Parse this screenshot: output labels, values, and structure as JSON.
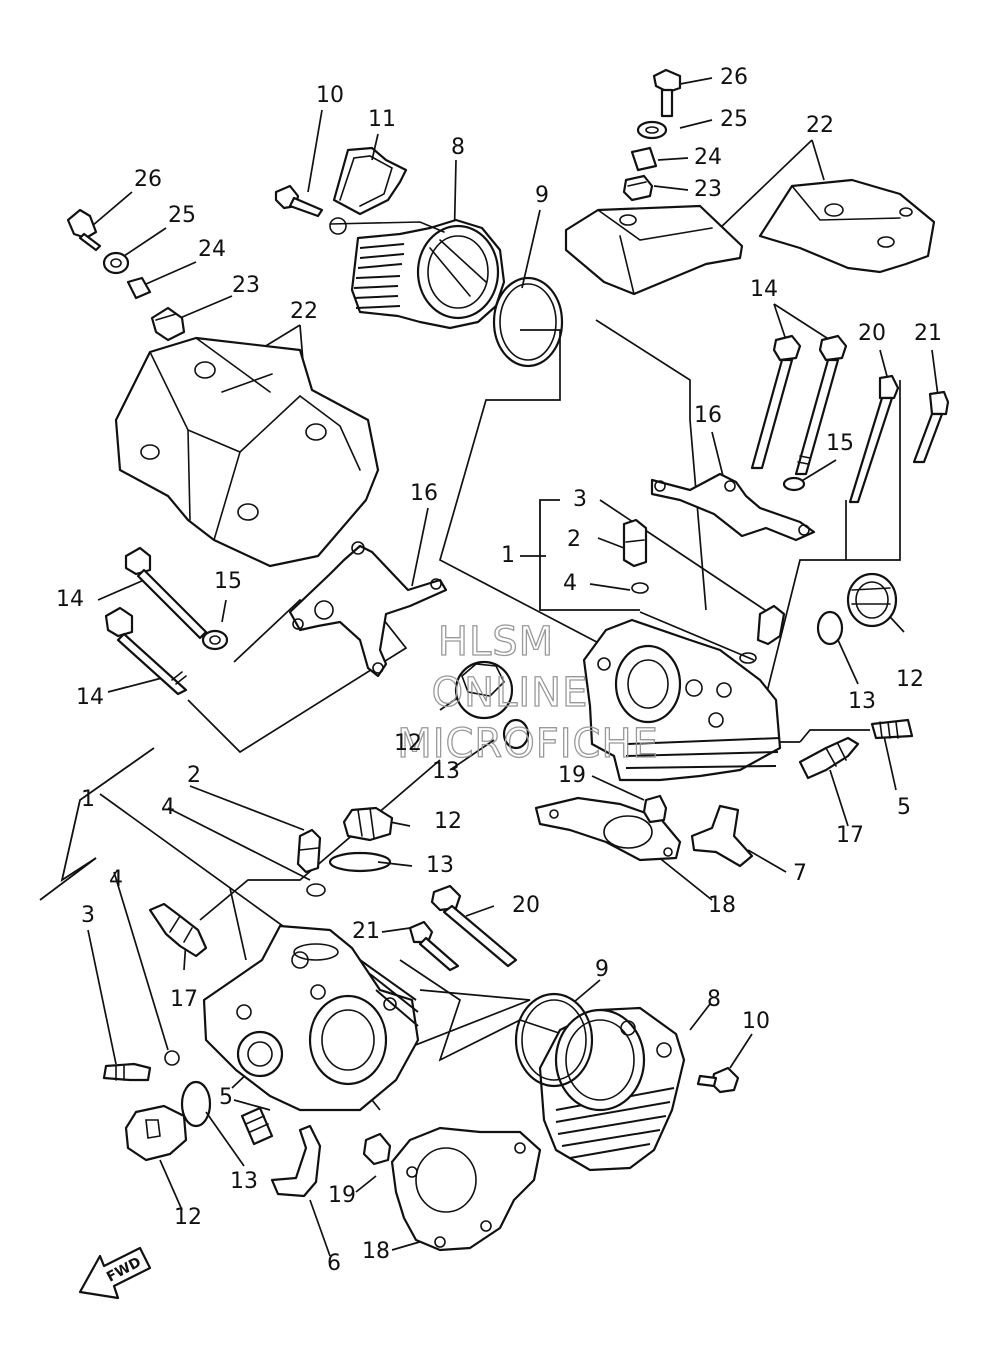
{
  "watermark": {
    "line1": "HLSM",
    "line2": "ONLINE",
    "line3": "MICROFICHE"
  },
  "fwd_label": "FWD",
  "callouts": [
    {
      "id": "c26a",
      "label": "26"
    },
    {
      "id": "c25a",
      "label": "25"
    },
    {
      "id": "c24a",
      "label": "24"
    },
    {
      "id": "c23a",
      "label": "23"
    },
    {
      "id": "c22a",
      "label": "22"
    },
    {
      "id": "c14a",
      "label": "14"
    },
    {
      "id": "c15a",
      "label": "15"
    },
    {
      "id": "c16a",
      "label": "16"
    },
    {
      "id": "c14b",
      "label": "14"
    },
    {
      "id": "c10a",
      "label": "10"
    },
    {
      "id": "c11a",
      "label": "11"
    },
    {
      "id": "c8a",
      "label": "8"
    },
    {
      "id": "c9a",
      "label": "9"
    },
    {
      "id": "c26b",
      "label": "26"
    },
    {
      "id": "c25b",
      "label": "25"
    },
    {
      "id": "c24b",
      "label": "24"
    },
    {
      "id": "c23b",
      "label": "23"
    },
    {
      "id": "c22b",
      "label": "22"
    },
    {
      "id": "c14c",
      "label": "14"
    },
    {
      "id": "c20a",
      "label": "20"
    },
    {
      "id": "c21a",
      "label": "21"
    },
    {
      "id": "c16b",
      "label": "16"
    },
    {
      "id": "c15b",
      "label": "15"
    },
    {
      "id": "c3a",
      "label": "3"
    },
    {
      "id": "c2a",
      "label": "2"
    },
    {
      "id": "c1a",
      "label": "1"
    },
    {
      "id": "c4a",
      "label": "4"
    },
    {
      "id": "c12a",
      "label": "12"
    },
    {
      "id": "c13a",
      "label": "13"
    },
    {
      "id": "c12b",
      "label": "12"
    },
    {
      "id": "c13b",
      "label": "13"
    },
    {
      "id": "c5a",
      "label": "5"
    },
    {
      "id": "c17a",
      "label": "17"
    },
    {
      "id": "c19a",
      "label": "19"
    },
    {
      "id": "c7a",
      "label": "7"
    },
    {
      "id": "c18a",
      "label": "18"
    },
    {
      "id": "c2b",
      "label": "2"
    },
    {
      "id": "c4b",
      "label": "4"
    },
    {
      "id": "c1b",
      "label": "1"
    },
    {
      "id": "c12c",
      "label": "12"
    },
    {
      "id": "c13c",
      "label": "13"
    },
    {
      "id": "c20b",
      "label": "20"
    },
    {
      "id": "c21b",
      "label": "21"
    },
    {
      "id": "c4c",
      "label": "4"
    },
    {
      "id": "c3b",
      "label": "3"
    },
    {
      "id": "c17b",
      "label": "17"
    },
    {
      "id": "c9b",
      "label": "9"
    },
    {
      "id": "c8b",
      "label": "8"
    },
    {
      "id": "c10b",
      "label": "10"
    },
    {
      "id": "c5b",
      "label": "5"
    },
    {
      "id": "c13d",
      "label": "13"
    },
    {
      "id": "c12d",
      "label": "12"
    },
    {
      "id": "c19b",
      "label": "19"
    },
    {
      "id": "c6a",
      "label": "6"
    },
    {
      "id": "c18b",
      "label": "18"
    }
  ]
}
